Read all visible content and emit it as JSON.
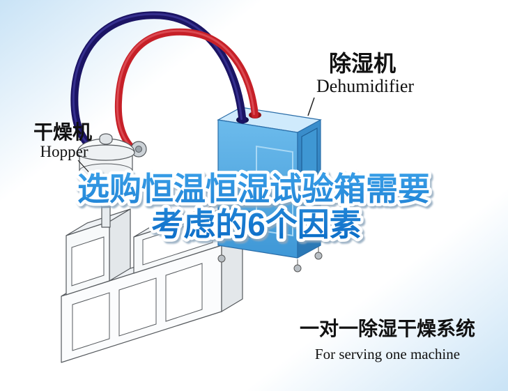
{
  "title": {
    "line1": "选购恒温恒湿试验箱需要",
    "line2": "考虑的6个因素",
    "text_color_top": "#3ba1e9",
    "text_color_bottom": "#0d6dc7",
    "outline_color": "#ffffff"
  },
  "machine_labels": {
    "dehumidifier_zh": "除湿机",
    "dehumidifier_en": "Dehumidifier",
    "dryer_zh": "干燥机",
    "dryer_en": "Hopper"
  },
  "caption": {
    "zh": "一对一除湿干燥系统",
    "en": "For serving one machine"
  },
  "colors": {
    "pipe_red": "#c62028",
    "pipe_navy": "#1b1464",
    "dehumidifier_blue": "#4aa4de",
    "corner_gradient": "#c9e3f6"
  }
}
